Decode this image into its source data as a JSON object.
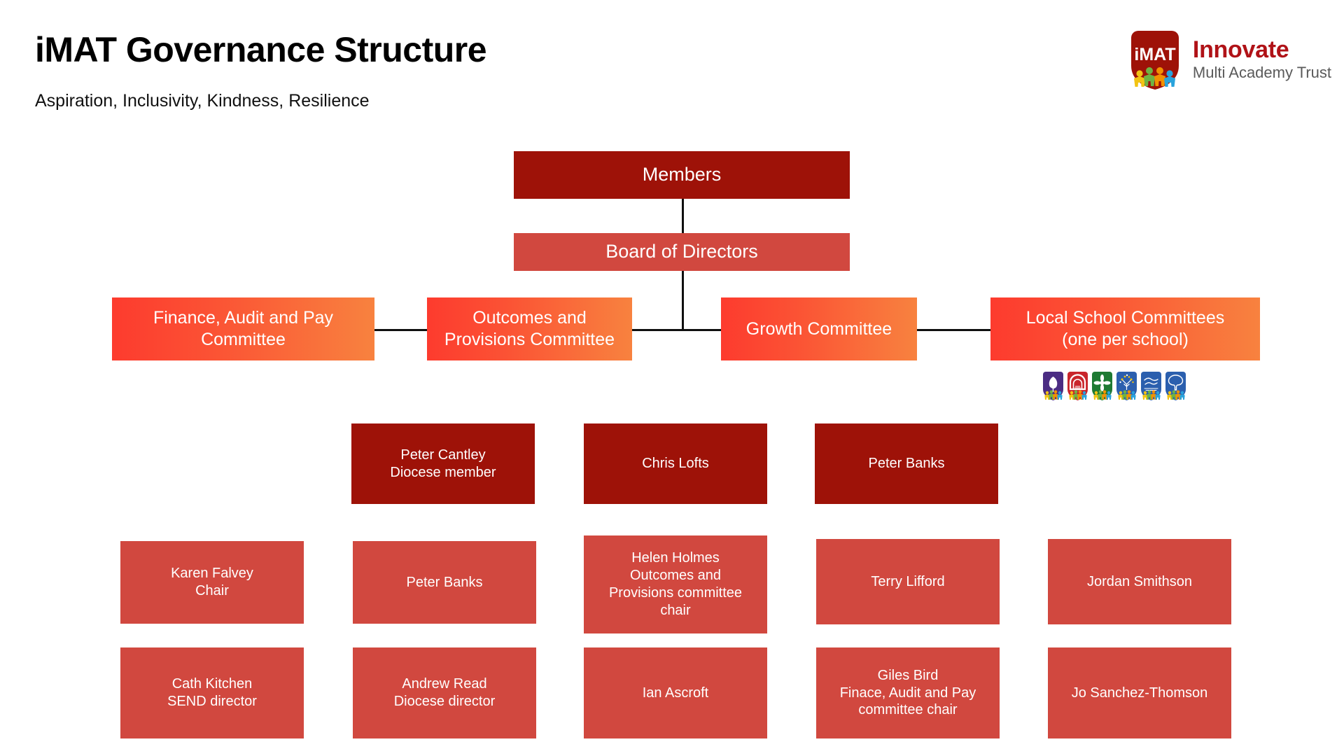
{
  "header": {
    "title": "iMAT Governance Structure",
    "subtitle": "Aspiration, Inclusivity, Kindness, Resilience"
  },
  "logo": {
    "shield_text": "iMAT",
    "brand_name": "Innovate",
    "brand_tagline": "Multi Academy Trust",
    "brand_color": "#B01217",
    "tagline_color": "#5A5A5A",
    "shield_color": "#9E1208"
  },
  "colors": {
    "dark_red": "#9E1208",
    "mid_red": "#D1483F",
    "gradient_start": "#FD3B2E",
    "gradient_end": "#F8823F",
    "line": "#0f0f0f",
    "text_on_fill": "#ffffff"
  },
  "chart_data": {
    "type": "org-chart",
    "title": "iMAT Governance Structure",
    "levels": [
      {
        "name": "members",
        "nodes": [
          {
            "label": "Members",
            "style": "dark"
          }
        ]
      },
      {
        "name": "board",
        "nodes": [
          {
            "label": "Board of Directors",
            "style": "mid"
          }
        ]
      },
      {
        "name": "committees",
        "nodes": [
          {
            "label": "Finance, Audit and Pay Committee",
            "style": "gradient"
          },
          {
            "label": "Outcomes and Provisions Committee",
            "style": "gradient"
          },
          {
            "label": "Growth Committee",
            "style": "gradient"
          },
          {
            "label": "Local School Committees (one per school)",
            "style": "gradient"
          }
        ]
      },
      {
        "name": "people-row-1",
        "nodes": [
          {
            "label": "Peter Cantley\nDiocese member",
            "style": "dark"
          },
          {
            "label": "Chris Lofts",
            "style": "dark"
          },
          {
            "label": "Peter Banks",
            "style": "dark"
          }
        ]
      },
      {
        "name": "people-row-2",
        "nodes": [
          {
            "label": "Karen Falvey\nChair",
            "style": "mid"
          },
          {
            "label": "Peter Banks",
            "style": "mid"
          },
          {
            "label": "Helen Holmes\nOutcomes and\nProvisions committee\nchair",
            "style": "mid"
          },
          {
            "label": "Terry Lifford",
            "style": "mid"
          },
          {
            "label": "Jordan Smithson",
            "style": "mid"
          }
        ]
      },
      {
        "name": "people-row-3",
        "nodes": [
          {
            "label": "Cath Kitchen\nSEND director",
            "style": "mid"
          },
          {
            "label": "Andrew Read\nDiocese director",
            "style": "mid"
          },
          {
            "label": "Ian Ascroft",
            "style": "mid"
          },
          {
            "label": "Giles Bird\nFinace, Audit and Pay\ncommittee chair",
            "style": "mid"
          },
          {
            "label": "Jo Sanchez-Thomson",
            "style": "mid"
          }
        ]
      }
    ]
  },
  "nodes": {
    "members": "Members",
    "board": "Board of Directors",
    "finance_committee_l1": "Finance, Audit and Pay",
    "finance_committee_l2": "Committee",
    "outcomes_committee_l1": "Outcomes and",
    "outcomes_committee_l2": "Provisions Committee",
    "growth_committee": "Growth Committee",
    "local_committees_l1": "Local School Committees",
    "local_committees_l2": "(one per school)",
    "peter_cantley_l1": "Peter Cantley",
    "peter_cantley_l2": "Diocese member",
    "chris_lofts": "Chris Lofts",
    "peter_banks_top": "Peter Banks",
    "karen_falvey_l1": "Karen Falvey",
    "karen_falvey_l2": "Chair",
    "peter_banks_mid": "Peter Banks",
    "helen_holmes_l1": "Helen Holmes",
    "helen_holmes_l2": "Outcomes and",
    "helen_holmes_l3": "Provisions committee",
    "helen_holmes_l4": "chair",
    "terry_lifford": "Terry Lifford",
    "jordan_smithson": "Jordan Smithson",
    "cath_kitchen_l1": "Cath Kitchen",
    "cath_kitchen_l2": "SEND director",
    "andrew_read_l1": "Andrew Read",
    "andrew_read_l2": "Diocese director",
    "ian_ascroft": "Ian Ascroft",
    "giles_bird_l1": "Giles Bird",
    "giles_bird_l2": "Finace, Audit and Pay",
    "giles_bird_l3": "committee chair",
    "jo_sanchez_thomson": "Jo Sanchez-Thomson"
  },
  "school_crests": [
    {
      "name": "crest-leaf",
      "bg": "#4B2C83",
      "emblem": "leaf"
    },
    {
      "name": "crest-tunnel",
      "bg": "#C9252B",
      "emblem": "tunnel"
    },
    {
      "name": "crest-flower",
      "bg": "#1E7A33",
      "emblem": "flower"
    },
    {
      "name": "crest-blossom-tree",
      "bg": "#2B5FAE",
      "emblem": "blossom-tree"
    },
    {
      "name": "crest-birds",
      "bg": "#2B5FAE",
      "emblem": "birds"
    },
    {
      "name": "crest-oak",
      "bg": "#2B5FAE",
      "emblem": "oak"
    }
  ]
}
